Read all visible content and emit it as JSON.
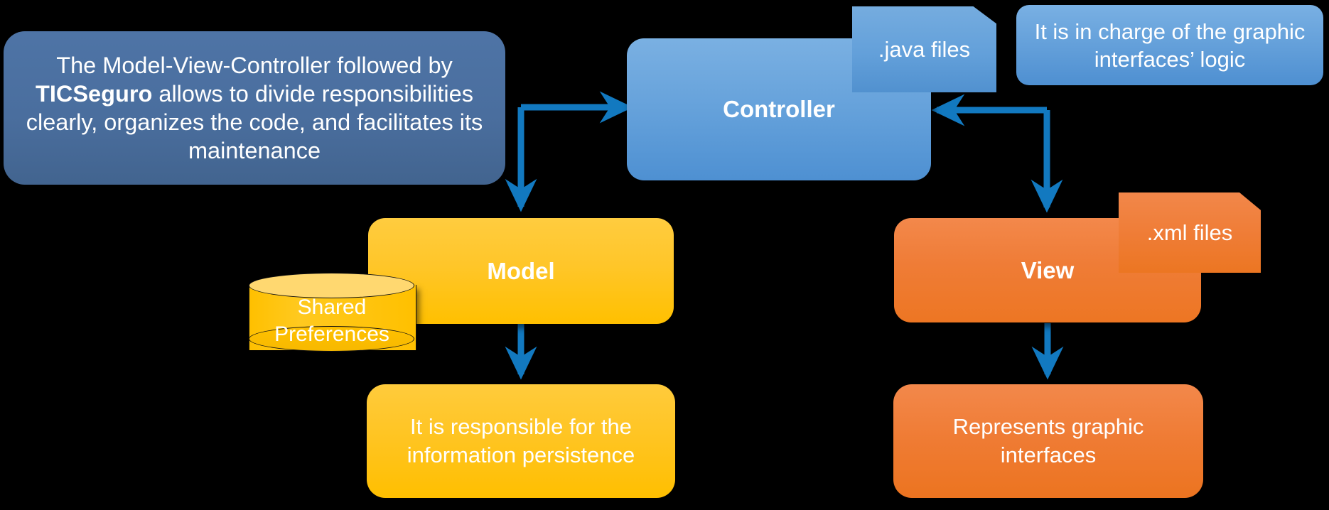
{
  "diagram": {
    "title": "MVC architecture diagram",
    "background": "#000000",
    "palette": {
      "blue_node": "#5a9bd5",
      "blue_note": "#4e74a6",
      "yellow_node": "#ffc000",
      "orange_node": "#ed7d31",
      "arrow_blue": "#1279c0",
      "text_white": "#ffffff"
    }
  },
  "notes": {
    "mvc_description_prefix": "The Model-View-Controller followed by ",
    "mvc_description_bold": "TICSeguro",
    "mvc_description_suffix": " allows to divide responsibilities clearly, organizes the code, and facilitates its maintenance",
    "controller_description": "It is in charge of the graphic interfaces’ logic",
    "java_files": ".java files",
    "xml_files": ".xml files"
  },
  "nodes": {
    "controller": "Controller",
    "model": "Model",
    "view": "View",
    "shared_preferences": "Shared Preferences",
    "model_description": "It is responsible for the information persistence",
    "view_description": "Represents graphic interfaces"
  },
  "edges": [
    {
      "id": "mvc-to-controller",
      "from": "mvc-note",
      "to": "controller",
      "direction": "right"
    },
    {
      "id": "mvc-to-model",
      "from": "mvc-note",
      "to": "model",
      "direction": "down"
    },
    {
      "id": "controller-to-view",
      "from": "controller",
      "to": "view",
      "direction": "down"
    },
    {
      "id": "view-to-controller",
      "from": "view",
      "to": "controller",
      "direction": "left"
    },
    {
      "id": "model-to-model-description",
      "from": "model",
      "to": "model-desc",
      "direction": "down"
    },
    {
      "id": "view-to-view-description",
      "from": "view",
      "to": "view-desc",
      "direction": "down"
    }
  ]
}
